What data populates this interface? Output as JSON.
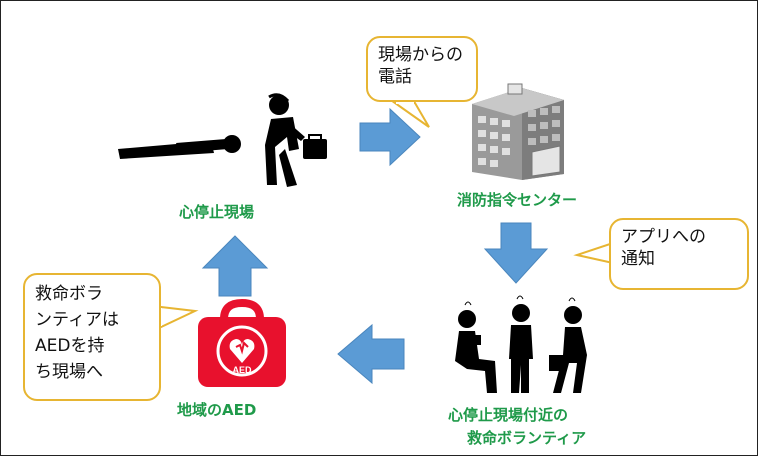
{
  "nodes": {
    "scene": {
      "label": "心停止現場"
    },
    "center": {
      "label": "消防指令センター"
    },
    "volunteers": {
      "label_line1": "心停止現場付近の",
      "label_line2": "救命ボランティア"
    },
    "aed": {
      "label": "地域のAED",
      "bag_text": "AED"
    }
  },
  "bubbles": {
    "call": {
      "text": "現場からの\n電話"
    },
    "app": {
      "text": "アプリへの\n通知"
    },
    "bring_aed": {
      "text": "救命ボラ\nンティアは\nAEDを持\nち現場へ"
    }
  },
  "colors": {
    "arrow": "#5b9bd5",
    "label": "#1f9a4a",
    "bubble_border": "#e7b532",
    "aed_red": "#e8112d"
  },
  "icons": [
    "collapsed-person-icon",
    "phone-caller-icon",
    "building-icon",
    "volunteer-icon",
    "aed-bag-icon"
  ]
}
